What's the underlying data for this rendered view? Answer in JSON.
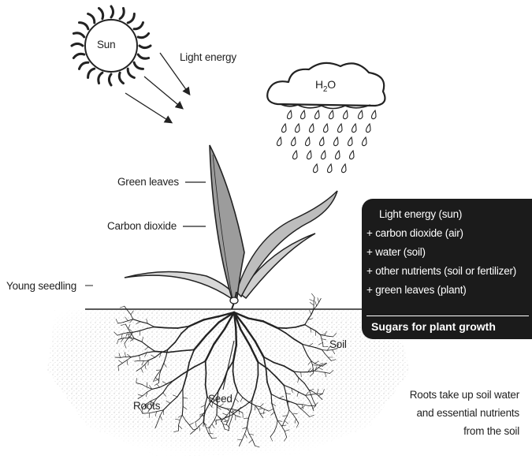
{
  "labels": {
    "sun": "Sun",
    "light_energy": "Light energy",
    "h2o_main": "H",
    "h2o_sub": "2",
    "h2o_tail": "O",
    "green_leaves": "Green leaves",
    "carbon_dioxide": "Carbon dioxide",
    "young_seedling": "Young seedling",
    "soil": "Soil",
    "roots": "Roots",
    "seed": "Seed"
  },
  "equation": {
    "lines": [
      "Light energy (sun)",
      "+ carbon dioxide (air)",
      "+ water (soil)",
      "+ other nutrients (soil or fertilizer)",
      "+ green leaves (plant)"
    ],
    "result": "Sugars for plant growth"
  },
  "roots_note": {
    "lines": [
      "Roots take up soil water",
      "and essential nutrients",
      "from the soil"
    ]
  },
  "colors": {
    "ink": "#222222",
    "box": "#1b1b1b",
    "soil_stipple": "#9a9a9a",
    "leaf_fill": "#8c8c8c"
  }
}
